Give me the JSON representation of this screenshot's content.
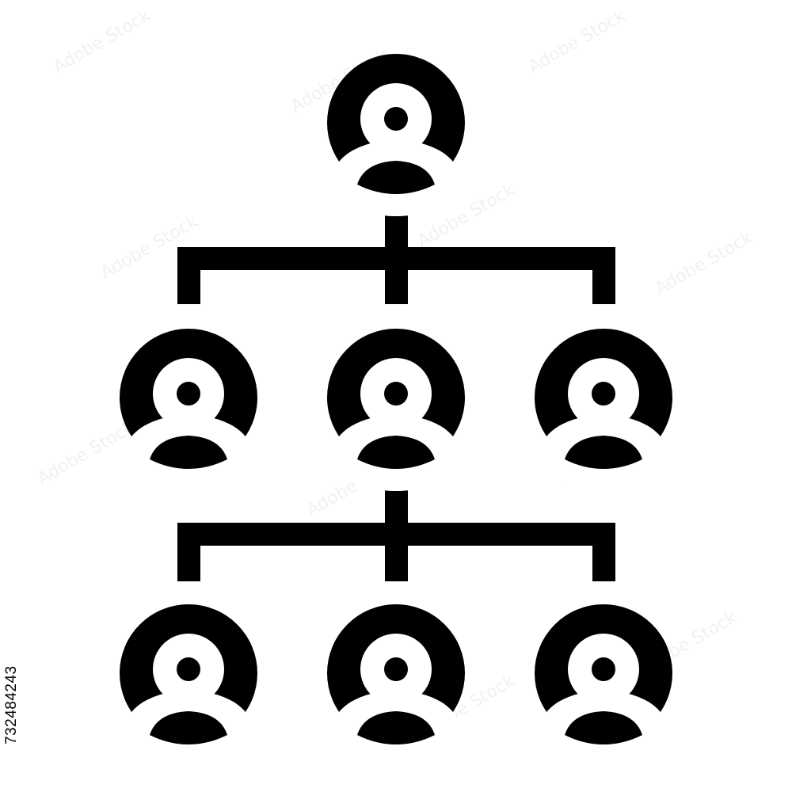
{
  "image": {
    "subject": "org-chart-hierarchy-icon",
    "fill_color": "#000000",
    "background_color": "#ffffff",
    "side_label": "732484243",
    "watermark_text": "Adobe Stock"
  },
  "hierarchy": {
    "root": {
      "icon": "person-avatar-icon"
    },
    "levels": [
      {
        "level": 1,
        "count": 3,
        "icon": "person-avatar-icon"
      },
      {
        "level": 2,
        "count": 3,
        "icon": "person-avatar-icon"
      }
    ]
  }
}
